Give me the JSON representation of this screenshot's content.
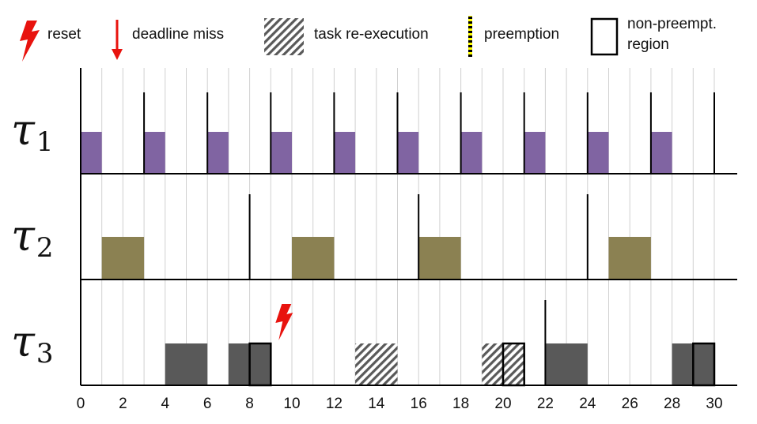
{
  "legend": {
    "reset": "reset",
    "deadline_miss": "deadline miss",
    "task_reexecution": "task re-execution",
    "preemption": "preemption",
    "nonpreempt_line1": "non-preempt.",
    "nonpreempt_line2": "region"
  },
  "colors": {
    "tau1": "#8064a2",
    "tau2": "#8b8152",
    "tau3": "#595959",
    "reset": "#e8130e",
    "deadline": "#e8130e",
    "grid": "#d0d0d0",
    "axis": "#000000",
    "hatch": "#595959",
    "preemption_a": "#ffff00",
    "preemption_b": "#000000"
  },
  "chart_data": {
    "type": "gantt",
    "x_ticks": [
      "0",
      "2",
      "4",
      "6",
      "8",
      "10",
      "12",
      "14",
      "16",
      "18",
      "20",
      "22",
      "24",
      "26",
      "28",
      "30"
    ],
    "x_range": [
      0,
      31
    ],
    "grid": true,
    "tasks": [
      {
        "id": "tau1",
        "symbol": "τ",
        "subscript": "1",
        "release_marks": [
          3,
          6,
          9,
          12,
          15,
          18,
          21,
          24,
          27,
          30
        ],
        "jobs": [
          [
            0,
            1
          ],
          [
            3,
            4
          ],
          [
            6,
            7
          ],
          [
            9,
            10
          ],
          [
            12,
            13
          ],
          [
            15,
            16
          ],
          [
            18,
            19
          ],
          [
            21,
            22
          ],
          [
            24,
            25
          ],
          [
            27,
            28
          ]
        ],
        "reexecution": [],
        "nonpreempt": []
      },
      {
        "id": "tau2",
        "symbol": "τ",
        "subscript": "2",
        "release_marks": [
          8,
          16,
          24
        ],
        "jobs": [
          [
            1,
            3
          ],
          [
            10,
            12
          ],
          [
            16,
            18
          ],
          [
            25,
            27
          ]
        ],
        "reexecution": [],
        "nonpreempt": []
      },
      {
        "id": "tau3",
        "symbol": "τ",
        "subscript": "3",
        "release_marks": [
          22
        ],
        "jobs": [
          [
            4,
            6
          ],
          [
            7,
            9
          ],
          [
            22,
            24
          ],
          [
            28,
            30
          ]
        ],
        "reexecution": [
          [
            13,
            15
          ],
          [
            19,
            21
          ]
        ],
        "nonpreempt": [
          [
            8,
            9
          ],
          [
            20,
            21
          ],
          [
            29,
            30
          ]
        ],
        "reset_at": 9
      }
    ]
  }
}
